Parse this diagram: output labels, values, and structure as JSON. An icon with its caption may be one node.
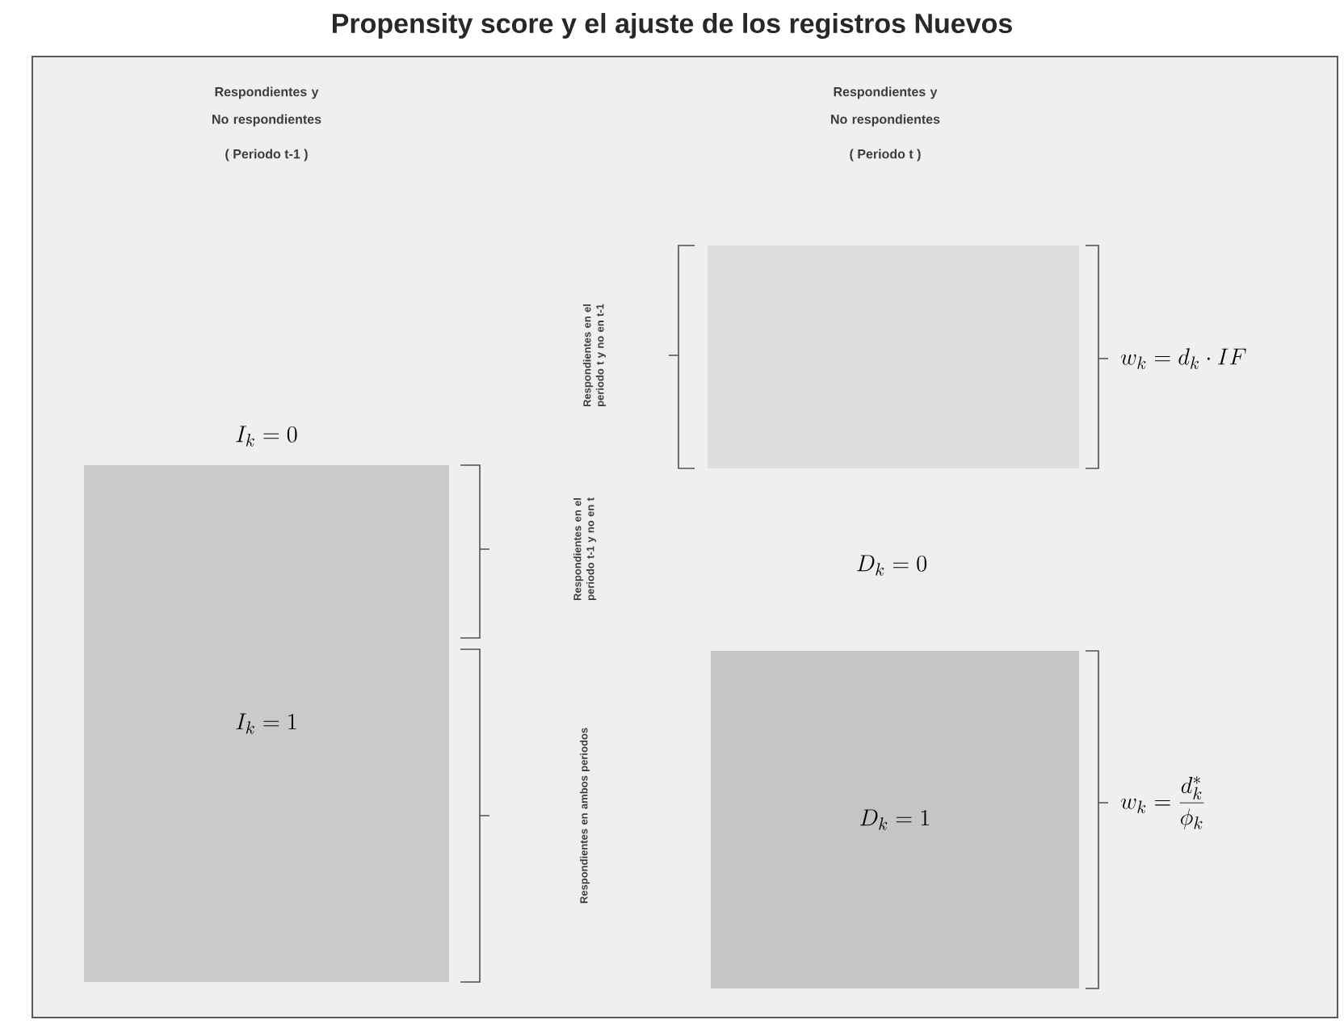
{
  "diagram": {
    "title": "Propensity score y el ajuste de los registros Nuevos",
    "nodes": [
      {
        "text": [
          "I_k = 1"
        ]
      },
      {
        "text": [],
        "shape": "box"
      },
      {
        "text": [
          "D_k = 1"
        ]
      }
    ],
    "labels": [
      "Respondientes y No respondientes",
      "( Periodo t-1 )",
      "Respondientes y No respondientes",
      "( Periodo t )",
      "I_k = 0",
      "Respondientes en el periodo t y no en t-1",
      "w_k = d_k \\cdot IF",
      "Respondientes en el periodo t-1 y no en t",
      "D_k = 0",
      "Respondientes en ambos periodos",
      "w_k = \\frac{d^{*}_k}{\\phi_k}"
    ]
  }
}
